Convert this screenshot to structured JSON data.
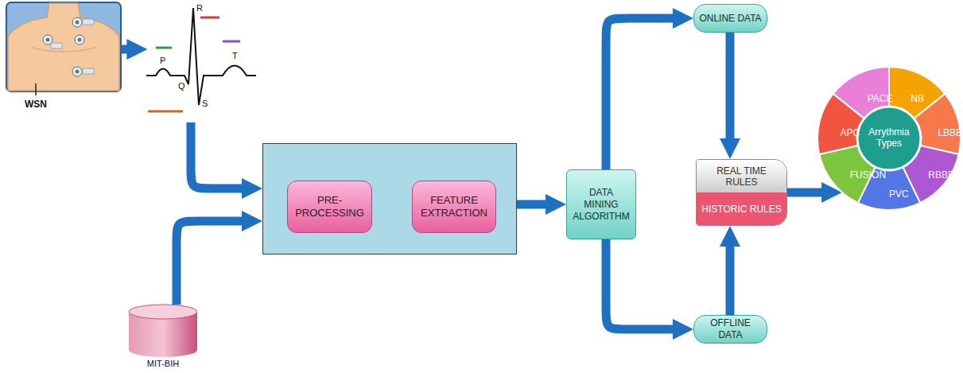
{
  "diagram": {
    "nodes": [
      {
        "text": [
          "WSN"
        ]
      },
      {
        "text": [
          "P",
          "R",
          "Q",
          "S",
          "T"
        ]
      },
      {
        "text": []
      },
      {
        "text": [
          "PRE-PROCESSING"
        ],
        "in": 2
      },
      {
        "text": [
          "FEATURE EXTRACTION"
        ],
        "in": 2
      },
      {
        "text": [
          "MIT-BIH"
        ]
      },
      {
        "text": [
          "DATA MINING ALGORITHM"
        ]
      },
      {
        "text": [
          "ONLINE DATA"
        ]
      },
      {
        "text": [
          "REAL TIME RULES",
          "HISTORIC RULES"
        ]
      },
      {
        "text": [
          "OFFLINE DATA"
        ]
      },
      {
        "text": [
          "Arrythmia Types"
        ]
      },
      {
        "text": [
          "PACE"
        ],
        "in": 10
      },
      {
        "text": [
          "NB"
        ],
        "in": 10
      },
      {
        "text": [
          "LBBB"
        ],
        "in": 10
      },
      {
        "text": [
          "RBBB"
        ],
        "in": 10
      },
      {
        "text": [
          "PVC"
        ],
        "in": 10
      },
      {
        "text": [
          "FUSION"
        ],
        "in": 10
      },
      {
        "text": [
          "APC"
        ],
        "in": 10
      }
    ],
    "edges": [
      {
        "from": 0,
        "to": 1,
        "arrow": "to"
      },
      {
        "from": 1,
        "to": 2,
        "arrow": "to"
      },
      {
        "from": 5,
        "to": 2,
        "arrow": "to"
      },
      {
        "from": 3,
        "to": 4,
        "arrow": "to"
      },
      {
        "from": 2,
        "to": 6,
        "arrow": "to"
      },
      {
        "from": 6,
        "to": 7,
        "arrow": "to"
      },
      {
        "from": 6,
        "to": 9,
        "arrow": "to"
      },
      {
        "from": 7,
        "to": 8,
        "arrow": "to"
      },
      {
        "from": 9,
        "to": 8,
        "arrow": "to"
      },
      {
        "from": 8,
        "to": 10,
        "arrow": "to"
      }
    ]
  }
}
